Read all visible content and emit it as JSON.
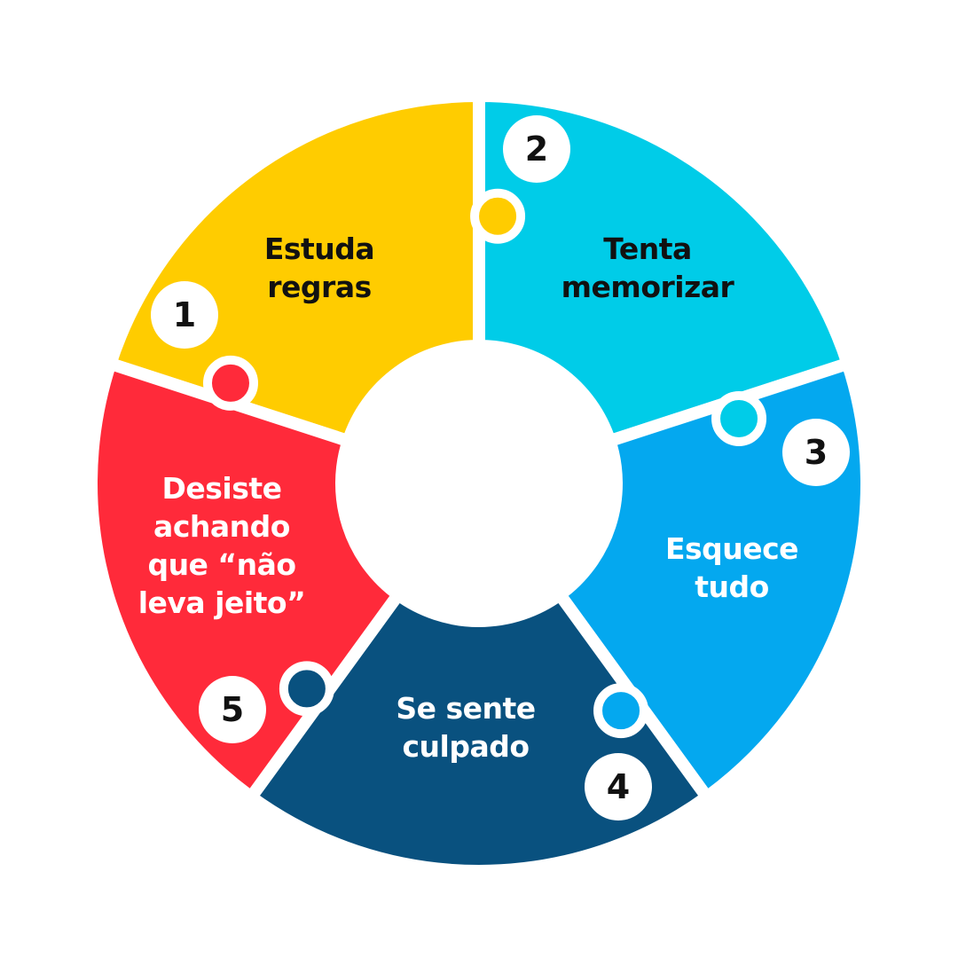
{
  "steps": [
    {
      "number": "1",
      "label": "Estuda\nregras",
      "color": "#FFCC00",
      "text_color": "dark"
    },
    {
      "number": "2",
      "label": "Tenta\nmemorizar",
      "color": "#00CCE8",
      "text_color": "dark"
    },
    {
      "number": "3",
      "label": "Esquece\ntudo",
      "color": "#04A8EF",
      "text_color": "light"
    },
    {
      "number": "4",
      "label": "Se sente\nculpado",
      "color": "#09517F",
      "text_color": "light"
    },
    {
      "number": "5",
      "label": "Desiste\nachando\nque “não\nleva jeito”",
      "color": "#FF2A3A",
      "text_color": "light"
    }
  ]
}
